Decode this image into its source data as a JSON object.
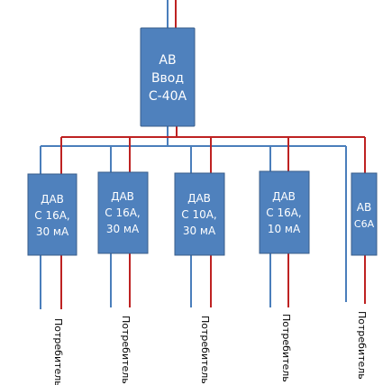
{
  "main_breaker": {
    "lines": [
      "АВ",
      "Ввод",
      "С-40А"
    ]
  },
  "devices": [
    {
      "id": "rcbo-1",
      "lines": [
        "ДАВ",
        "С 16А,",
        "30 мА"
      ]
    },
    {
      "id": "rcbo-2",
      "lines": [
        "ДАВ",
        "С 16А,",
        "30 мА"
      ]
    },
    {
      "id": "rcbo-3",
      "lines": [
        "ДАВ",
        "С 10А,",
        "30 мА"
      ]
    },
    {
      "id": "rcbo-4",
      "lines": [
        "ДАВ",
        "С 16А,",
        "10 мА"
      ]
    },
    {
      "id": "breaker-5",
      "lines": [
        "АВ",
        "С6А"
      ]
    }
  ],
  "consumers": [
    {
      "label": "Потребитель"
    },
    {
      "label": "Потребитель"
    },
    {
      "label": "Потребитель"
    },
    {
      "label": "Потребитель"
    },
    {
      "label": "Потребитель"
    }
  ],
  "colors": {
    "box_fill": "#4f81bd",
    "box_stroke": "#385d8a",
    "neutral_wire": "#4a7ebb",
    "phase_wire": "#be2222"
  }
}
